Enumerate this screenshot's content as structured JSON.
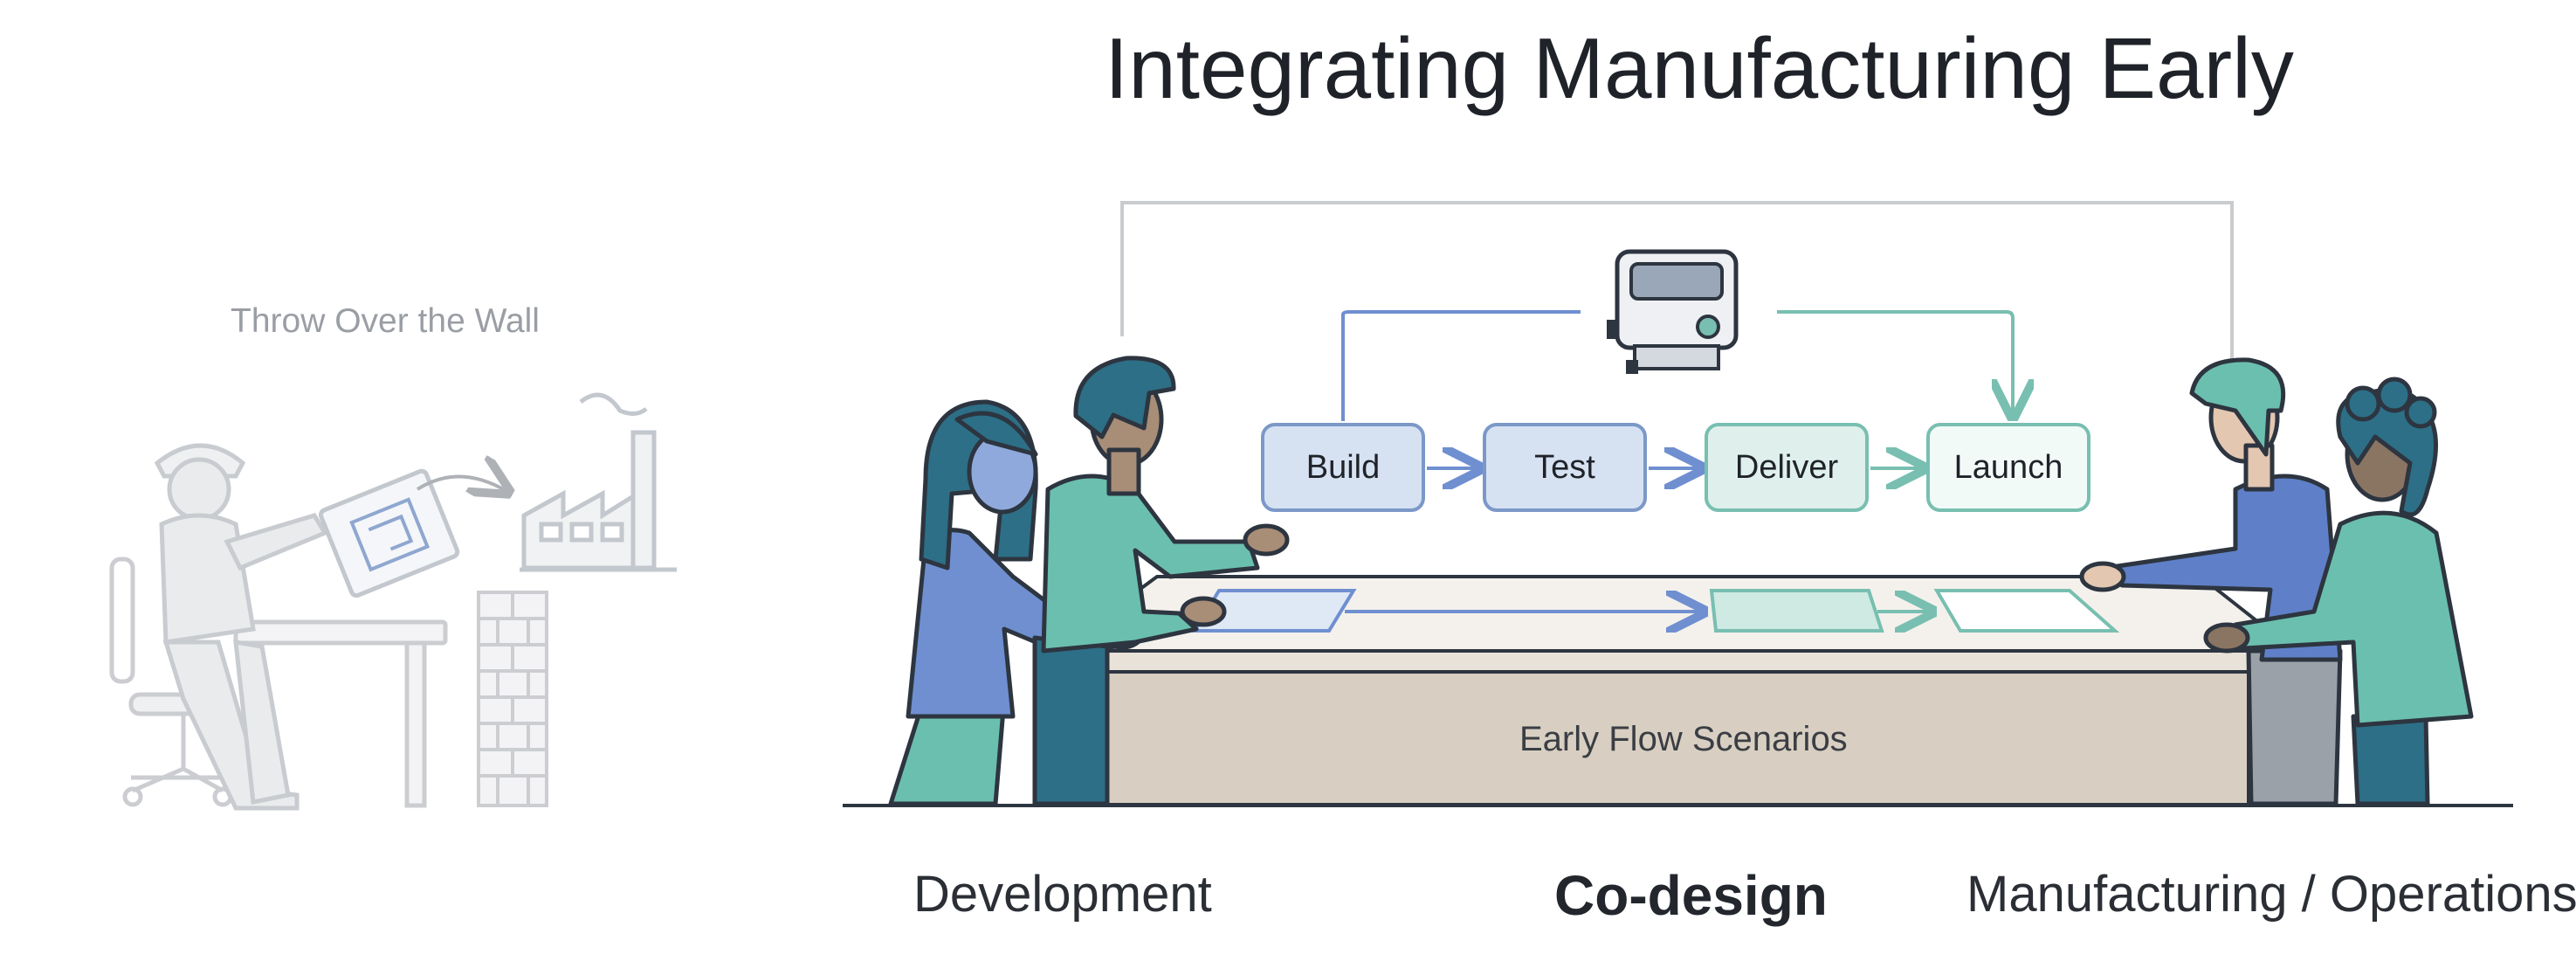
{
  "title": "Integrating Manufacturing Early",
  "left_panel": {
    "caption": "Throw Over the Wall"
  },
  "flow": {
    "steps": [
      {
        "label": "Build"
      },
      {
        "label": "Test"
      },
      {
        "label": "Deliver"
      },
      {
        "label": "Launch"
      }
    ]
  },
  "table": {
    "label": "Early Flow Scenarios"
  },
  "bottom_labels": {
    "development": "Development",
    "codesign": "Co-design",
    "manufacturing": "Manufacturing / Operations"
  },
  "colors": {
    "blue": "#6f8fd0",
    "teal": "#78bfb1",
    "dark_teal": "#2f6f86",
    "table_top": "#f4f1ec",
    "table_front": "#d8cfc2"
  }
}
